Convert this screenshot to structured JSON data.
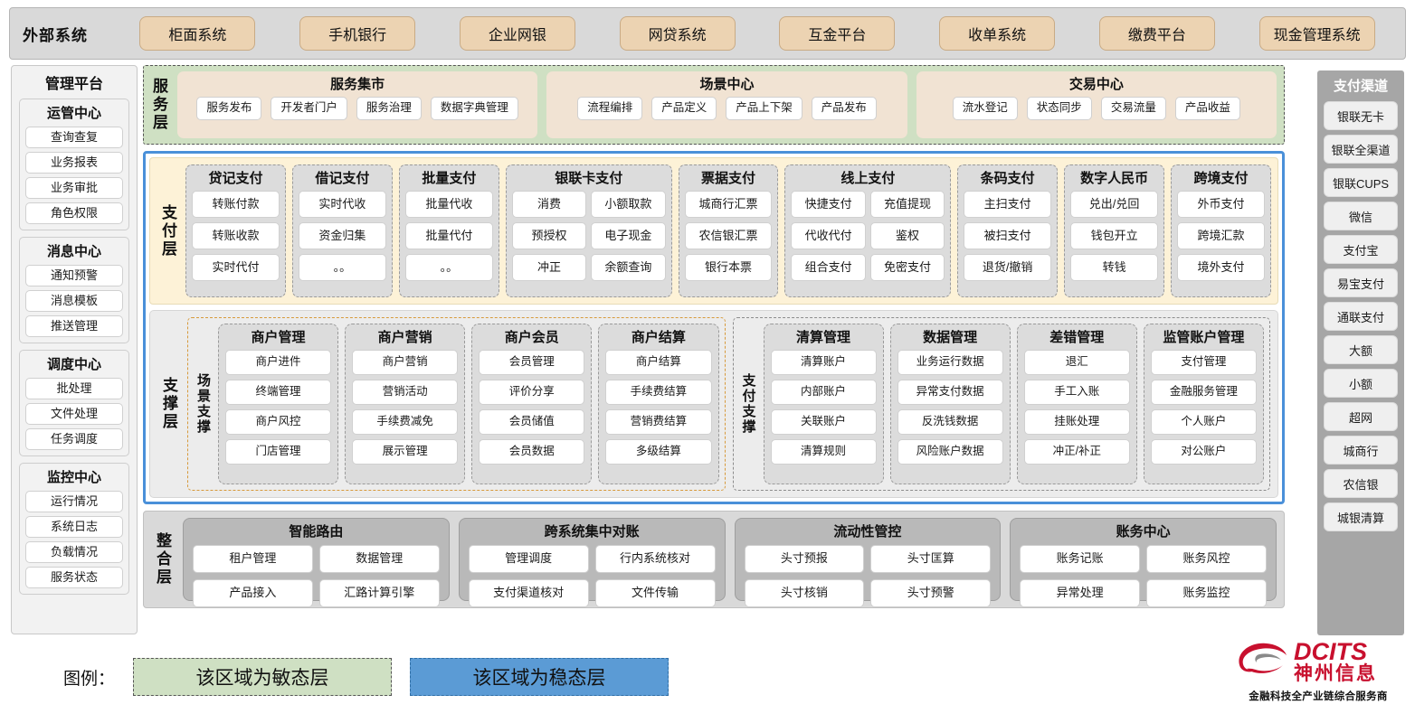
{
  "external": {
    "title": "外部系统",
    "items": [
      "柜面系统",
      "手机银行",
      "企业网银",
      "网贷系统",
      "互金平台",
      "收单系统",
      "缴费平台",
      "现金管理系统"
    ]
  },
  "management": {
    "title": "管理平台",
    "groups": [
      {
        "title": "运管中心",
        "items": [
          "查询查复",
          "业务报表",
          "业务审批",
          "角色权限"
        ]
      },
      {
        "title": "消息中心",
        "items": [
          "通知预警",
          "消息模板",
          "推送管理"
        ]
      },
      {
        "title": "调度中心",
        "items": [
          "批处理",
          "文件处理",
          "任务调度"
        ]
      },
      {
        "title": "监控中心",
        "items": [
          "运行情况",
          "系统日志",
          "负载情况",
          "服务状态"
        ]
      }
    ]
  },
  "channels": {
    "title": "支付渠道",
    "items": [
      "银联无卡",
      "银联全渠道",
      "银联CUPS",
      "微信",
      "支付宝",
      "易宝支付",
      "通联支付",
      "大额",
      "小额",
      "超网",
      "城商行",
      "农信银",
      "城银清算"
    ]
  },
  "service_layer": {
    "label": "服务层",
    "groups": [
      {
        "title": "服务集市",
        "items": [
          "服务发布",
          "开发者门户",
          "服务治理",
          "数据字典管理"
        ]
      },
      {
        "title": "场景中心",
        "items": [
          "流程编排",
          "产品定义",
          "产品上下架",
          "产品发布"
        ]
      },
      {
        "title": "交易中心",
        "items": [
          "流水登记",
          "状态同步",
          "交易流量",
          "产品收益"
        ]
      }
    ]
  },
  "payment_layer": {
    "label": "支付层",
    "columns": [
      {
        "title": "贷记支付",
        "cols": 1,
        "items": [
          "转账付款",
          "转账收款",
          "实时代付"
        ]
      },
      {
        "title": "借记支付",
        "cols": 1,
        "items": [
          "实时代收",
          "资金归集",
          "。。"
        ]
      },
      {
        "title": "批量支付",
        "cols": 1,
        "items": [
          "批量代收",
          "批量代付",
          "。。"
        ]
      },
      {
        "title": "银联卡支付",
        "cols": 2,
        "items": [
          "消费",
          "小额取款",
          "预授权",
          "电子现金",
          "冲正",
          "余额查询"
        ]
      },
      {
        "title": "票据支付",
        "cols": 1,
        "items": [
          "城商行汇票",
          "农信银汇票",
          "银行本票"
        ]
      },
      {
        "title": "线上支付",
        "cols": 2,
        "items": [
          "快捷支付",
          "充值提现",
          "代收代付",
          "鉴权",
          "组合支付",
          "免密支付"
        ]
      },
      {
        "title": "条码支付",
        "cols": 1,
        "items": [
          "主扫支付",
          "被扫支付",
          "退货/撤销"
        ]
      },
      {
        "title": "数字人民币",
        "cols": 1,
        "items": [
          "兑出/兑回",
          "钱包开立",
          "转钱"
        ]
      },
      {
        "title": "跨境支付",
        "cols": 1,
        "items": [
          "外币支付",
          "跨境汇款",
          "境外支付"
        ]
      }
    ]
  },
  "support_layer": {
    "label": "支撑层",
    "scene": {
      "label": "场景支撑",
      "columns": [
        {
          "title": "商户管理",
          "items": [
            "商户进件",
            "终端管理",
            "商户风控",
            "门店管理"
          ]
        },
        {
          "title": "商户营销",
          "items": [
            "商户营销",
            "营销活动",
            "手续费减免",
            "展示管理"
          ]
        },
        {
          "title": "商户会员",
          "items": [
            "会员管理",
            "评价分享",
            "会员储值",
            "会员数据"
          ]
        },
        {
          "title": "商户结算",
          "items": [
            "商户结算",
            "手续费结算",
            "营销费结算",
            "多级结算"
          ]
        }
      ]
    },
    "paysupport": {
      "label": "支付支撑",
      "columns": [
        {
          "title": "清算管理",
          "items": [
            "清算账户",
            "内部账户",
            "关联账户",
            "清算规则"
          ]
        },
        {
          "title": "数据管理",
          "items": [
            "业务运行数据",
            "异常支付数据",
            "反洗钱数据",
            "风险账户数据"
          ]
        },
        {
          "title": "差错管理",
          "items": [
            "退汇",
            "手工入账",
            "挂账处理",
            "冲正/补正"
          ]
        },
        {
          "title": "监管账户管理",
          "items": [
            "支付管理",
            "金融服务管理",
            "个人账户",
            "对公账户"
          ]
        }
      ]
    }
  },
  "integration_layer": {
    "label": "整合层",
    "boxes": [
      {
        "title": "智能路由",
        "items": [
          "租户管理",
          "数据管理",
          "产品接入",
          "汇路计算引擎"
        ]
      },
      {
        "title": "跨系统集中对账",
        "items": [
          "管理调度",
          "行内系统核对",
          "支付渠道核对",
          "文件传输"
        ]
      },
      {
        "title": "流动性管控",
        "items": [
          "头寸预报",
          "头寸匡算",
          "头寸核销",
          "头寸预警"
        ]
      },
      {
        "title": "账务中心",
        "items": [
          "账务记账",
          "账务风控",
          "异常处理",
          "账务监控"
        ]
      }
    ]
  },
  "legend": {
    "label": "图例：",
    "agile": "该区域为敏态层",
    "stable": "该区域为稳态层",
    "agile_color": "#cfe0c3",
    "stable_color": "#5b9bd5"
  },
  "logo": {
    "brand_en": "DCITS",
    "brand_cn": "神州信息",
    "tagline": "金融科技全产业链综合服务商",
    "brand_color": "#c8102e"
  }
}
